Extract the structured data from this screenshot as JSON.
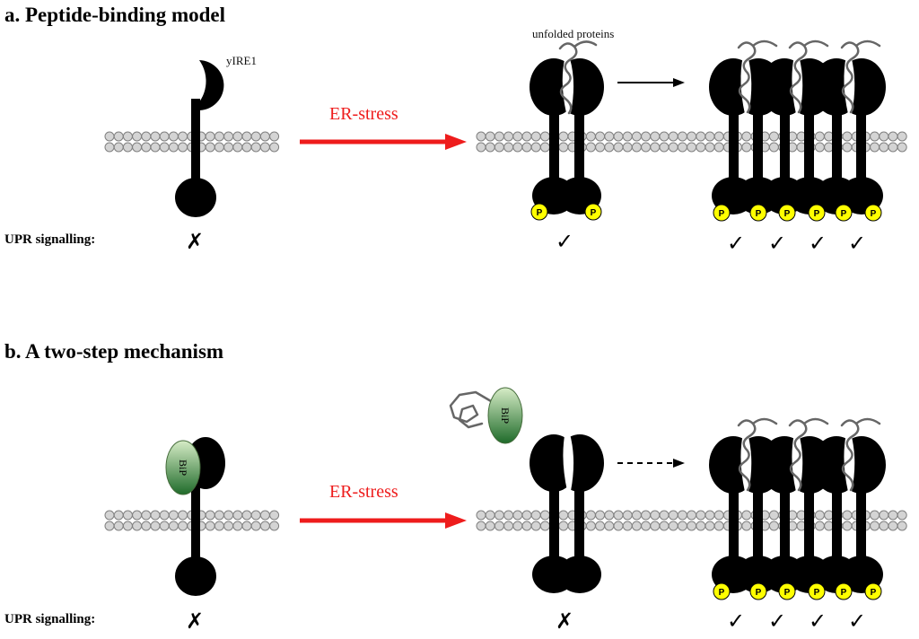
{
  "panel_a": {
    "title": "a. Peptide-binding model",
    "monomer_label": "yIRE1",
    "unfolded_label": "unfolded proteins",
    "arrow_label": "ER-stress",
    "upr_label": "UPR signalling:",
    "states": {
      "monomer": "✗",
      "dimer": "✓",
      "oligomer": [
        "✓",
        "✓",
        "✓",
        "✓"
      ]
    },
    "phospho_label": "P"
  },
  "panel_b": {
    "title": "b. A two-step mechanism",
    "bip_label": "BiP",
    "arrow_label": "ER-stress",
    "upr_label": "UPR signalling:",
    "states": {
      "monomer": "✗",
      "dimer": "✗",
      "oligomer": [
        "✓",
        "✓",
        "✓",
        "✓"
      ]
    },
    "phospho_label": "P"
  },
  "colors": {
    "stress_arrow": "#ee1c1c",
    "phospho": "#ffff00",
    "bip_top": "#d6ecc6",
    "bip_bottom": "#1f6b2a",
    "lipid": "#d4d4d4"
  }
}
